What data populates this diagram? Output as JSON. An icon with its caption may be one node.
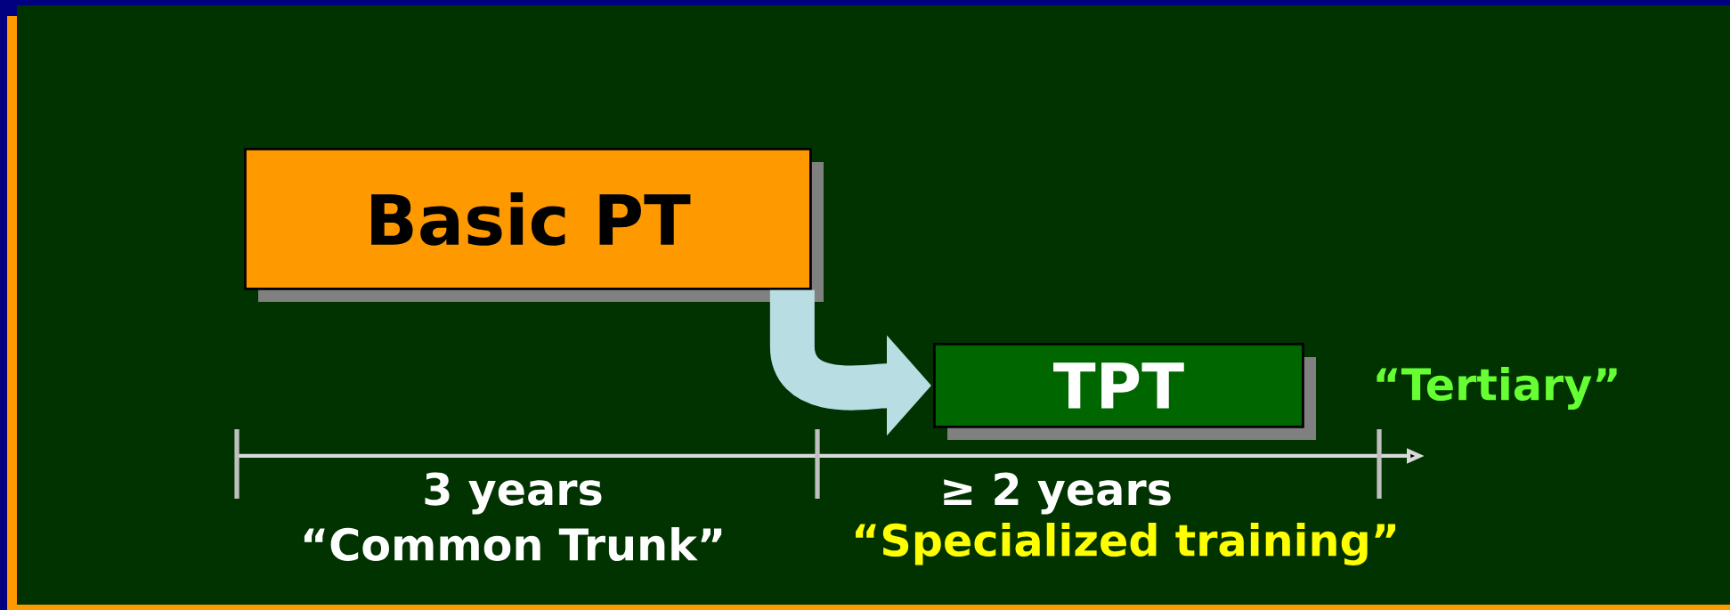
{
  "diagram": {
    "nodes": [
      {
        "text": [
          "Basic PT"
        ]
      },
      {
        "text": [
          "TPT"
        ]
      }
    ],
    "edges": [
      {
        "from": 0,
        "to": 1,
        "arrow": "to"
      }
    ],
    "labels": [
      "“Tertiary”",
      "3 years",
      "≥ 2 years",
      "“Common Trunk”",
      "“Specialized training”"
    ]
  }
}
